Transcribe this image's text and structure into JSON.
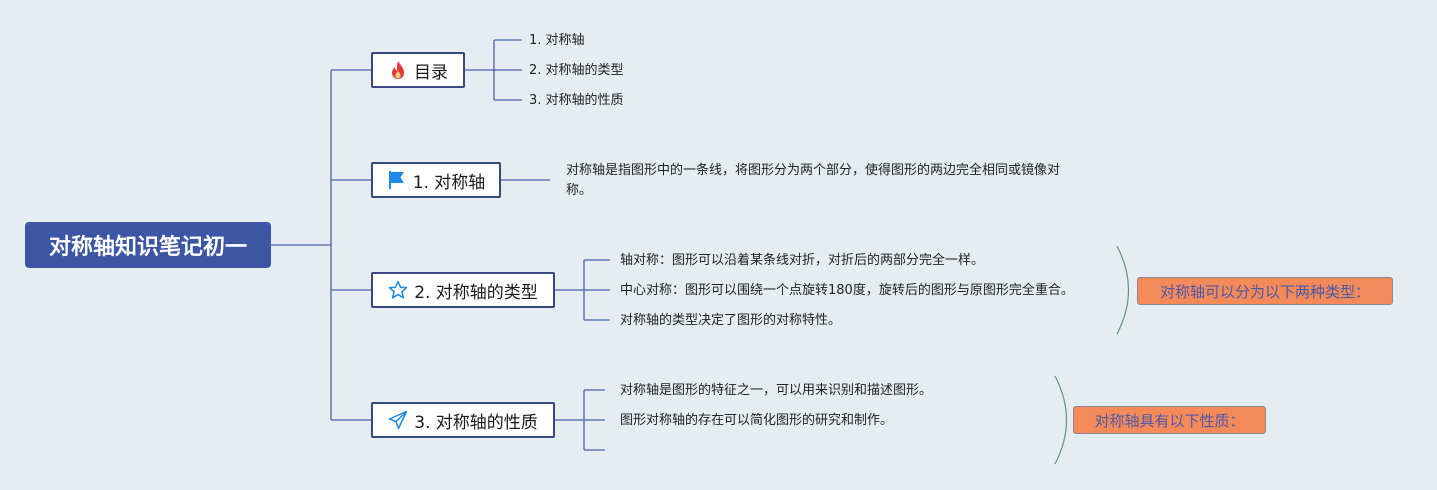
{
  "root": {
    "title": "对称轴知识笔记初一"
  },
  "branches": {
    "toc": {
      "label": "目录",
      "icon": "fire-icon",
      "items": [
        "1. 对称轴",
        "2. 对称轴的类型",
        "3. 对称轴的性质"
      ]
    },
    "definition": {
      "label": "1. 对称轴",
      "icon": "flag-icon",
      "text": "对称轴是指图形中的一条线，将图形分为两个部分，使得图形的两边完全相同或镜像对称。"
    },
    "types": {
      "label": "2. 对称轴的类型",
      "icon": "star-icon",
      "items": [
        "轴对称：图形可以沿着某条线对折，对折后的两部分完全一样。",
        "中心对称：图形可以围绕一个点旋转180度，旋转后的图形与原图形完全重合。",
        "对称轴的类型决定了图形的对称特性。"
      ],
      "summary": "对称轴可以分为以下两种类型："
    },
    "properties": {
      "label": "3. 对称轴的性质",
      "icon": "paper-plane-icon",
      "items": [
        "对称轴是图形的特征之一，可以用来识别和描述图形。",
        "图形对称轴的存在可以简化图形的研究和制作。"
      ],
      "summary": "对称轴具有以下性质："
    }
  },
  "colors": {
    "background": "#e5ecf2",
    "root_fill": "#3c55a4",
    "branch_border": "#34497e",
    "connector": "#4a62a8",
    "summary_fill": "#f4895a",
    "summary_text": "#4b5aa8",
    "brace": "#5a9a78",
    "flag": "#1e88e5",
    "fire": "#e53935"
  }
}
